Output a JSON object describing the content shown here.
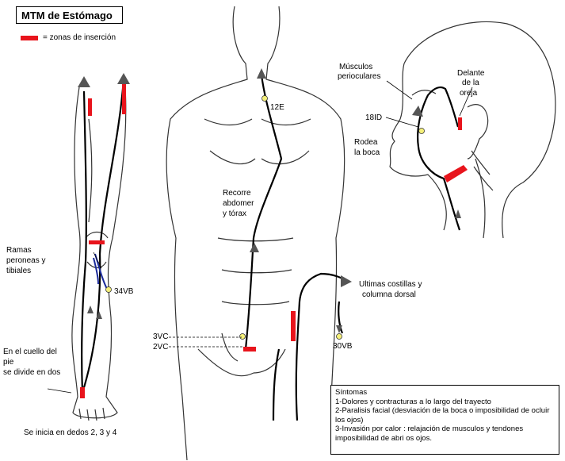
{
  "title": "MTM de Estómago",
  "legend": {
    "text": "= zonas de inserción",
    "color": "#e8141c"
  },
  "labels": {
    "musculos": "Músculos",
    "perioculares": "perioculares",
    "delante": "Delante",
    "de_la": "de la",
    "oreja": "oreja",
    "id18": "18ID",
    "rodea": "Rodea",
    "la_boca": "la boca",
    "e12": "12E",
    "recorre": "Recorre",
    "abdomen": "abdomer",
    "torax": "y tórax",
    "ramas": "Ramas",
    "peroneas": "peroneas y",
    "tibiales": "tibiales",
    "vb34": "34VB",
    "ultimas": "Ultimas costillas y",
    "columna": "columna dorsal",
    "vc3": "3VC",
    "vc2": "2VC",
    "vb30": "30VB",
    "cuello1": "En el cuello del",
    "cuello2": "pie",
    "cuello3": "se divide en dos",
    "inicia": "Se inicia en dedos 2, 3 y 4"
  },
  "symptoms": {
    "heading": "Síntomas",
    "line1": "1-Dolores y contracturas a lo   largo del trayecto",
    "line2": "2-Paralisis facial (desviación de la boca o imposibilidad de ocluir los ojos)",
    "line3": "3-Invasión por calor : relajación de musculos y tendones imposibilidad de abri os ojos."
  },
  "colors": {
    "insertion": "#e8141c",
    "meridian": "#000000",
    "point": "#f5f07a",
    "branch": "#1a2a9a",
    "outline": "#333333"
  }
}
